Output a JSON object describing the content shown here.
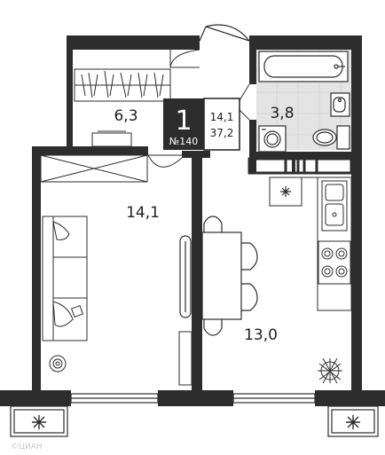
{
  "plan": {
    "rooms_badge": "1",
    "unit_number": "№140",
    "living_area": "14,1",
    "total_area": "37,2",
    "rooms": {
      "storage": "6,3",
      "bathroom": "3,8",
      "bedroom": "14,1",
      "kitchen": "13,0"
    },
    "watermark": "©ЦИАН",
    "colors": {
      "wall": "#2d2d2d",
      "badge_bg": "#2d2d2d",
      "tile": "#dedede",
      "window_frame": "#ffffff"
    }
  }
}
